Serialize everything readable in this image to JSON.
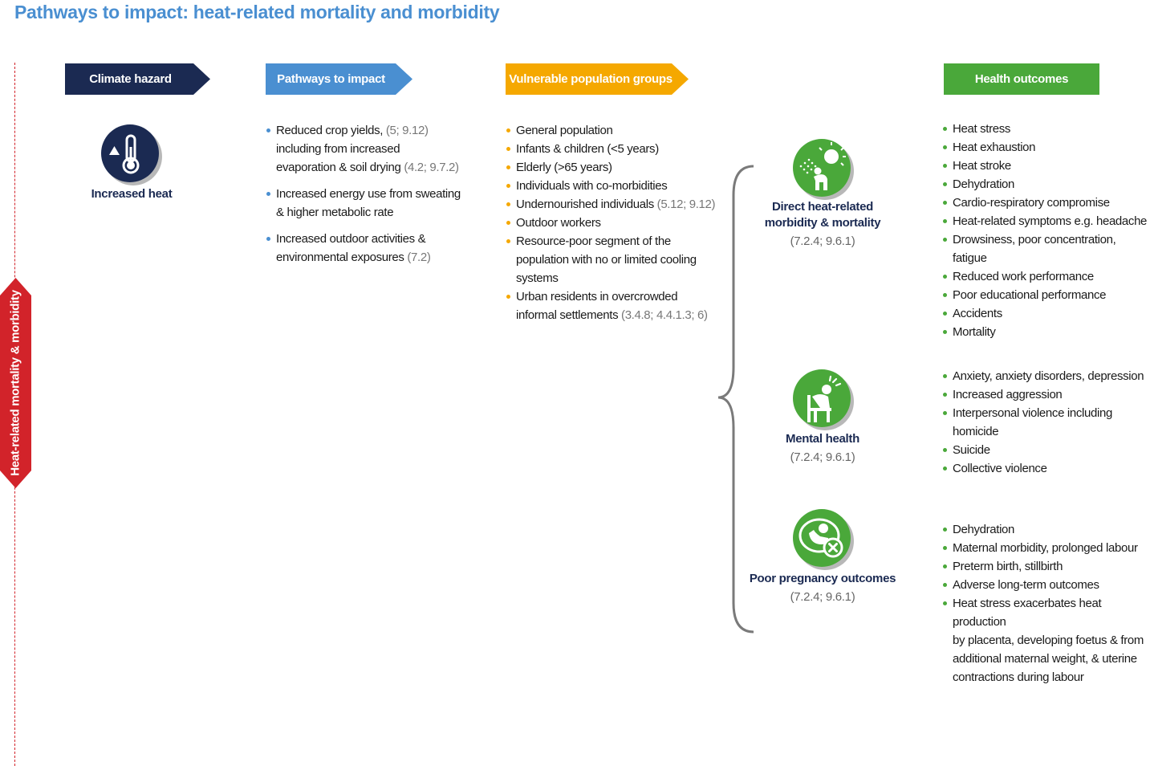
{
  "title": "Pathways to impact: heat-related mortality and morbidity",
  "side_label": "Heat-related mortality & morbidity",
  "colors": {
    "navy": "#1b2a52",
    "blue": "#4a8fd1",
    "orange": "#f5a800",
    "green": "#4aa83a",
    "red": "#d2232a"
  },
  "headers": {
    "climate_hazard": "Climate hazard",
    "pathways": "Pathways to impact",
    "vulnerable": "Vulnerable population groups",
    "health": "Health outcomes"
  },
  "hazard": {
    "label": "Increased heat",
    "icon": "thermometer-icon"
  },
  "pathways": [
    {
      "text": "Reduced crop yields, ",
      "ref": "(5; 9.12)"
    },
    {
      "text": "including from increased",
      "ref": ""
    },
    {
      "text": "evaporation & soil drying ",
      "ref": "(4.2; 9.7.2)"
    },
    {
      "text": "Increased energy use from sweating",
      "ref": ""
    },
    {
      "text": "& higher metabolic rate",
      "ref": ""
    },
    {
      "text": "Increased outdoor activities &",
      "ref": ""
    },
    {
      "text": "environmental exposures ",
      "ref": "(7.2)"
    }
  ],
  "vulnerable": [
    {
      "text": "General population",
      "ref": ""
    },
    {
      "text": "Infants & children (<5 years)",
      "ref": ""
    },
    {
      "text": "Elderly (>65 years)",
      "ref": ""
    },
    {
      "text": "Individuals with co-morbidities",
      "ref": ""
    },
    {
      "text": "Undernourished individuals ",
      "ref": "(5.12; 9.12)"
    },
    {
      "text": "Outdoor workers",
      "ref": ""
    },
    {
      "text": "Resource-poor segment of the",
      "ref": ""
    },
    {
      "text": "population with no or limited cooling",
      "ref": ""
    },
    {
      "text": "systems",
      "ref": ""
    },
    {
      "text": "Urban residents in overcrowded",
      "ref": ""
    },
    {
      "text": "informal settlements ",
      "ref": "(3.4.8; 4.4.1.3; 6)"
    }
  ],
  "categories": [
    {
      "label_line1": "Direct heat-related",
      "label_line2": "morbidity & mortality",
      "ref": "(7.2.4; 9.6.1)",
      "icon": "heat-exhaustion-icon"
    },
    {
      "label_line1": "Mental health",
      "label_line2": "",
      "ref": "(7.2.4; 9.6.1)",
      "icon": "distressed-person-icon"
    },
    {
      "label_line1": "Poor pregnancy outcomes",
      "label_line2": "",
      "ref": "(7.2.4; 9.6.1)",
      "icon": "fetus-icon"
    }
  ],
  "outcomes_direct": [
    "Heat stress",
    "Heat exhaustion",
    "Heat stroke",
    "Dehydration",
    "Cardio-respiratory compromise",
    "Heat-related symptoms e.g. headache",
    "Drowsiness, poor concentration, fatigue",
    "Reduced work performance",
    "Poor educational performance",
    "Accidents",
    "Mortality"
  ],
  "outcomes_mental": [
    "Anxiety, anxiety disorders, depression",
    "Increased aggression",
    "Interpersonal violence including",
    "homicide",
    "Suicide",
    "Collective violence"
  ],
  "outcomes_pregnancy": [
    "Dehydration",
    "Maternal morbidity, prolonged labour",
    "Preterm birth, stillbirth",
    "Adverse long-term outcomes",
    "Heat stress exacerbates heat production",
    "by placenta, developing foetus & from",
    "additional maternal weight, & uterine",
    "contractions during labour"
  ]
}
